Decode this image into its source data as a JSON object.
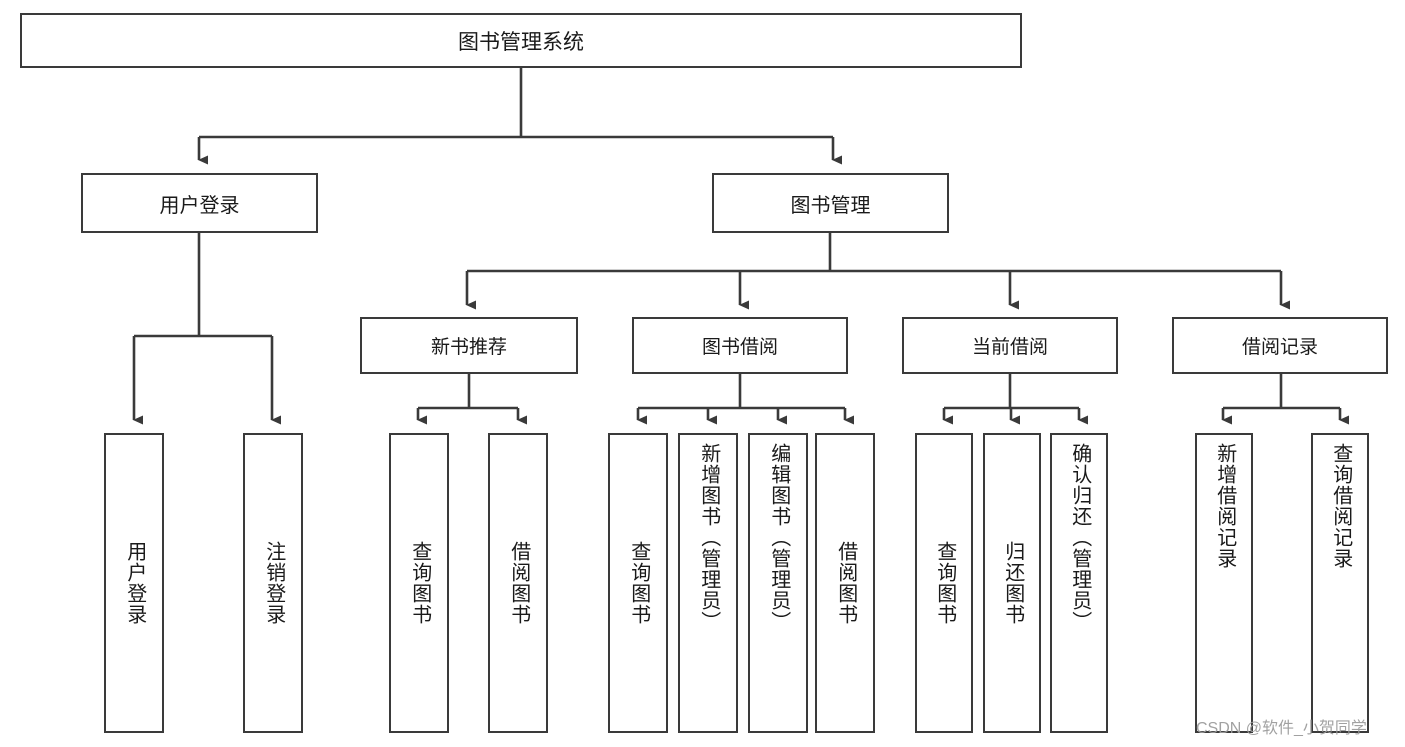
{
  "diagram": {
    "title": "图书管理系统",
    "type": "功能结构图",
    "root": {
      "id": "root",
      "label": "图书管理系统"
    },
    "level1": [
      {
        "id": "user-login",
        "label": "用户登录"
      },
      {
        "id": "book-manage",
        "label": "图书管理"
      }
    ],
    "level2": [
      {
        "id": "new-book-recommend",
        "label": "新书推荐",
        "parent": "book-manage"
      },
      {
        "id": "book-borrow",
        "label": "图书借阅",
        "parent": "book-manage"
      },
      {
        "id": "current-borrow",
        "label": "当前借阅",
        "parent": "book-manage"
      },
      {
        "id": "borrow-record",
        "label": "借阅记录",
        "parent": "book-manage"
      }
    ],
    "leaves": [
      {
        "id": "leaf-user-login",
        "label": "用户登录",
        "parent": "user-login"
      },
      {
        "id": "leaf-logout",
        "label": "注销登录",
        "parent": "user-login"
      },
      {
        "id": "leaf-query-book-1",
        "label": "查询图书",
        "parent": "new-book-recommend"
      },
      {
        "id": "leaf-borrow-book-1",
        "label": "借阅图书",
        "parent": "new-book-recommend"
      },
      {
        "id": "leaf-query-book-2",
        "label": "查询图书",
        "parent": "book-borrow"
      },
      {
        "id": "leaf-add-book",
        "label": "新增图书（管理员）",
        "parent": "book-borrow"
      },
      {
        "id": "leaf-edit-book",
        "label": "编辑图书（管理员）",
        "parent": "book-borrow"
      },
      {
        "id": "leaf-borrow-book-2",
        "label": "借阅图书",
        "parent": "book-borrow"
      },
      {
        "id": "leaf-query-book-3",
        "label": "查询图书",
        "parent": "current-borrow"
      },
      {
        "id": "leaf-return-book",
        "label": "归还图书",
        "parent": "current-borrow"
      },
      {
        "id": "leaf-confirm-return",
        "label": "确认归还（管理员）",
        "parent": "current-borrow"
      },
      {
        "id": "leaf-add-record",
        "label": "新增借阅记录",
        "parent": "borrow-record"
      },
      {
        "id": "leaf-query-record",
        "label": "查询借阅记录",
        "parent": "borrow-record"
      }
    ],
    "watermark": "CSDN @软件_小贺同学",
    "colors": {
      "stroke": "#3a3a3a",
      "text": "#1a1a1a",
      "background": "#ffffff",
      "watermark": "#9d9d9d"
    }
  }
}
